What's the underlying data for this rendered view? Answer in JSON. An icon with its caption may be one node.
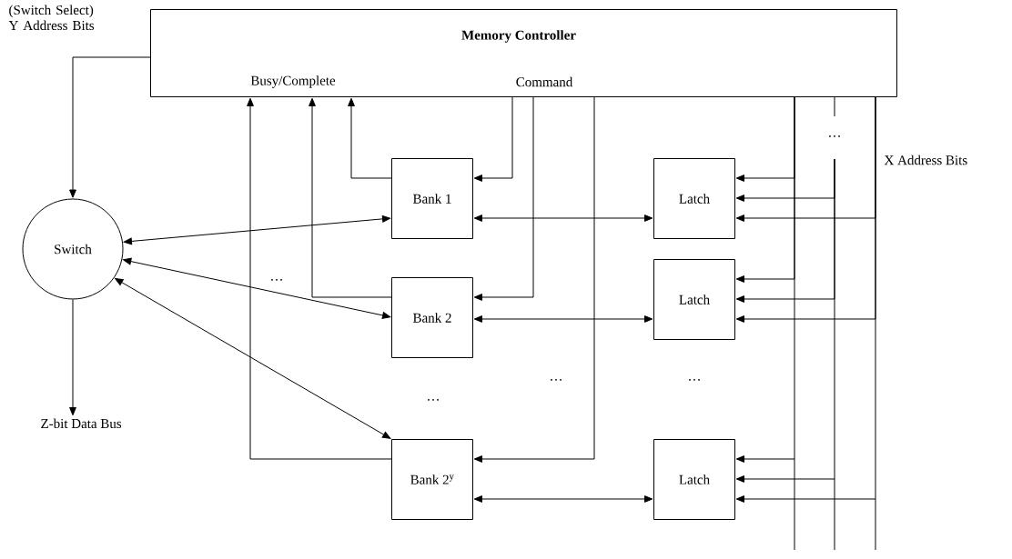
{
  "diagram": {
    "nodes": [
      {
        "text": [
          "Memory Controller",
          "Busy/Complete",
          "Command"
        ]
      },
      {
        "text": [
          "Switch"
        ]
      },
      {
        "text": [
          "Bank 1"
        ]
      },
      {
        "text": [
          "Bank 2"
        ]
      },
      {
        "text": [
          "Bank 2$^{y}$"
        ]
      },
      {
        "text": [
          "Latch"
        ]
      },
      {
        "text": [
          "Latch"
        ]
      },
      {
        "text": [
          "Latch"
        ]
      },
      {
        "text": [
          "Z-bit Data Bus"
        ]
      }
    ],
    "edges": [
      {
        "from": 0,
        "to": 1,
        "arrow": "to"
      },
      {
        "from": 1,
        "to": 8,
        "arrow": "to"
      },
      {
        "from": 2,
        "to": 0,
        "arrow": "to"
      },
      {
        "from": 3,
        "to": 0,
        "arrow": "to"
      },
      {
        "from": 4,
        "to": 0,
        "arrow": "to"
      },
      {
        "from": 0,
        "to": 2,
        "arrow": "to"
      },
      {
        "from": 0,
        "to": 3,
        "arrow": "to"
      },
      {
        "from": 0,
        "to": 4,
        "arrow": "to"
      },
      {
        "from": 1,
        "to": 2,
        "arrow": "both"
      },
      {
        "from": 1,
        "to": 3,
        "arrow": "both"
      },
      {
        "from": 1,
        "to": 4,
        "arrow": "both"
      },
      {
        "from": 2,
        "to": 5,
        "arrow": "both"
      },
      {
        "from": 3,
        "to": 6,
        "arrow": "both"
      },
      {
        "from": 4,
        "to": 7,
        "arrow": "both"
      },
      {
        "from": 0,
        "to": 5,
        "arrow": "to"
      },
      {
        "from": 0,
        "to": 6,
        "arrow": "to"
      },
      {
        "from": 0,
        "to": 7,
        "arrow": "to"
      },
      {
        "from": null,
        "to": 5,
        "arrow": "to"
      },
      {
        "from": null,
        "to": 6,
        "arrow": "to"
      },
      {
        "from": null,
        "to": 7,
        "arrow": "to"
      },
      {
        "from": 0,
        "to": 5,
        "arrow": "to"
      },
      {
        "from": 0,
        "to": 6,
        "arrow": "to"
      },
      {
        "from": 0,
        "to": 7,
        "arrow": "to"
      }
    ],
    "labels": [
      "(Switch Select) Y Address Bits",
      "X Address Bits",
      "…",
      "…",
      "…",
      "…",
      "…"
    ]
  }
}
